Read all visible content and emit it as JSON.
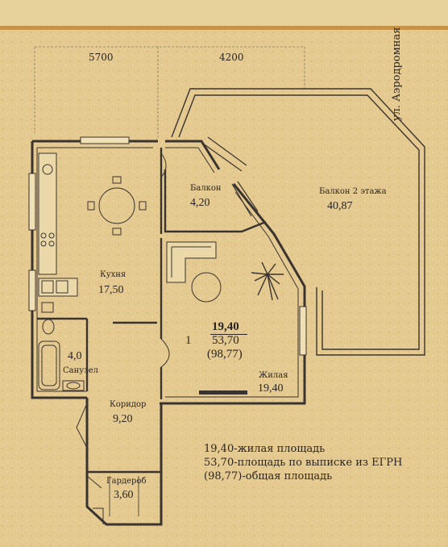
{
  "dimensions": [
    "5700",
    "4200"
  ],
  "street": "ул. Аэродромная",
  "rooms": {
    "balcony": {
      "name": "Балкон",
      "area": "4,20"
    },
    "balcony2": {
      "name": "Балкон 2 этажа",
      "area": "40,87"
    },
    "kitchen": {
      "name": "Кухня",
      "area": "17,50"
    },
    "bathroom": {
      "name": "Санузел",
      "area": "4,0"
    },
    "living": {
      "name": "Жилая",
      "area": "19,40"
    },
    "corridor": {
      "name": "Коридор",
      "area": "9,20"
    },
    "wardrobe": {
      "name": "Гардероб",
      "area": "3,60"
    }
  },
  "summary": {
    "line1": "19,40",
    "prefix": "1",
    "line2": "53,70",
    "line3": "(98,77)"
  },
  "legend": [
    "19,40-жилая площадь",
    "53,70-площадь по выписке из ЕГРН",
    "(98,77)-общая площадь"
  ],
  "colors": {
    "background": "#e3c98e",
    "wall": "#3a3430",
    "accent_band": "#c79447"
  }
}
